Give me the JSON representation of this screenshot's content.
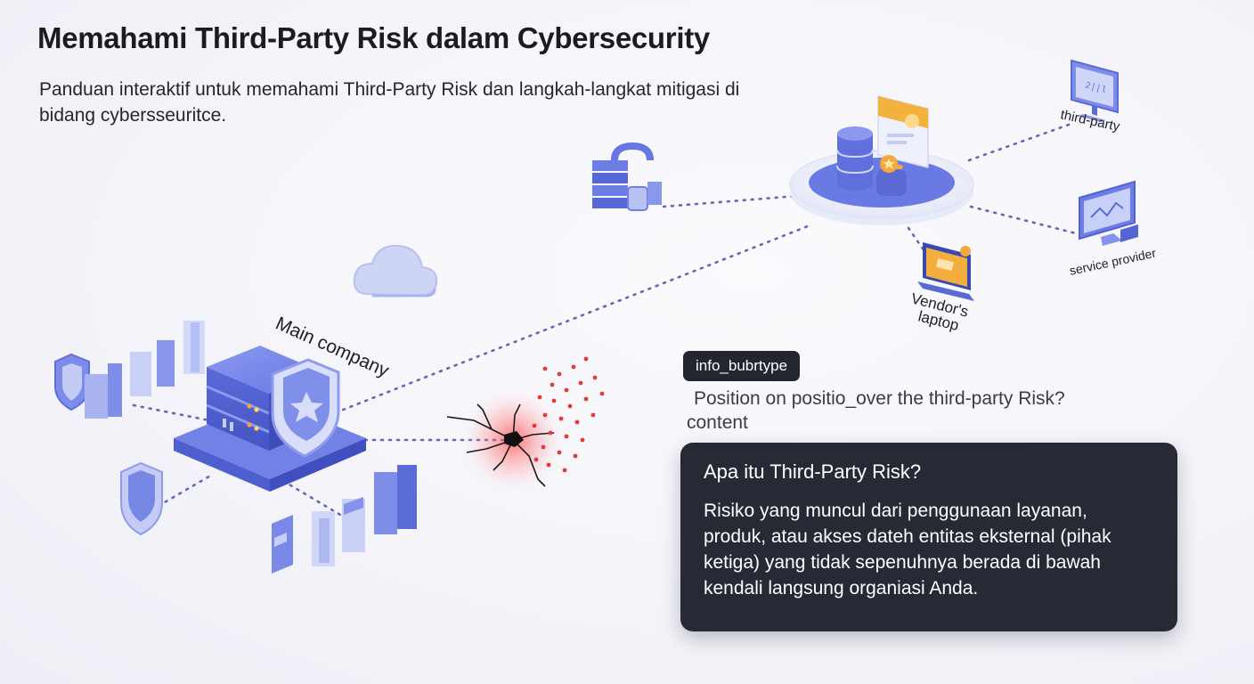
{
  "header": {
    "title": "Memahami Third-Party Risk dalam Cybersecurity",
    "subtitle": "Panduan interaktif untuk memahami Third-Party Risk dan langkah-langkat mitigasi di bidang cybersseuritce."
  },
  "diagram": {
    "main_label": "Main company",
    "third_party_label": "third-party",
    "service_provider_label": "service provider",
    "vendor_label_line1": "Vendor's",
    "vendor_label_line2": "laptop"
  },
  "info": {
    "tag": "info_bubrtype",
    "position_text": "Position on positio_over the third-party Risk?",
    "content_label": "content",
    "card_title": "Apa itu Third-Party Risk?",
    "card_body": "Risiko yang muncul dari penggunaan layanan, produk, atau akses dateh  entitas eksternal (pihak ketiga) yang tidak sepenuhnya berada di bawah kendali langsung organiasi Anda."
  },
  "colors": {
    "accent": "#6f7fe6",
    "accent_dark": "#4f5fcf",
    "accent_light": "#c9d0f5",
    "breach": "#e03a3a",
    "vendor_orange": "#f2a93b",
    "card_bg": "#272a35"
  },
  "icons": [
    "cloud-icon",
    "server-stack-icon",
    "shield-icon",
    "database-icon",
    "monitor-icon",
    "laptop-icon",
    "breach-crack-icon"
  ]
}
